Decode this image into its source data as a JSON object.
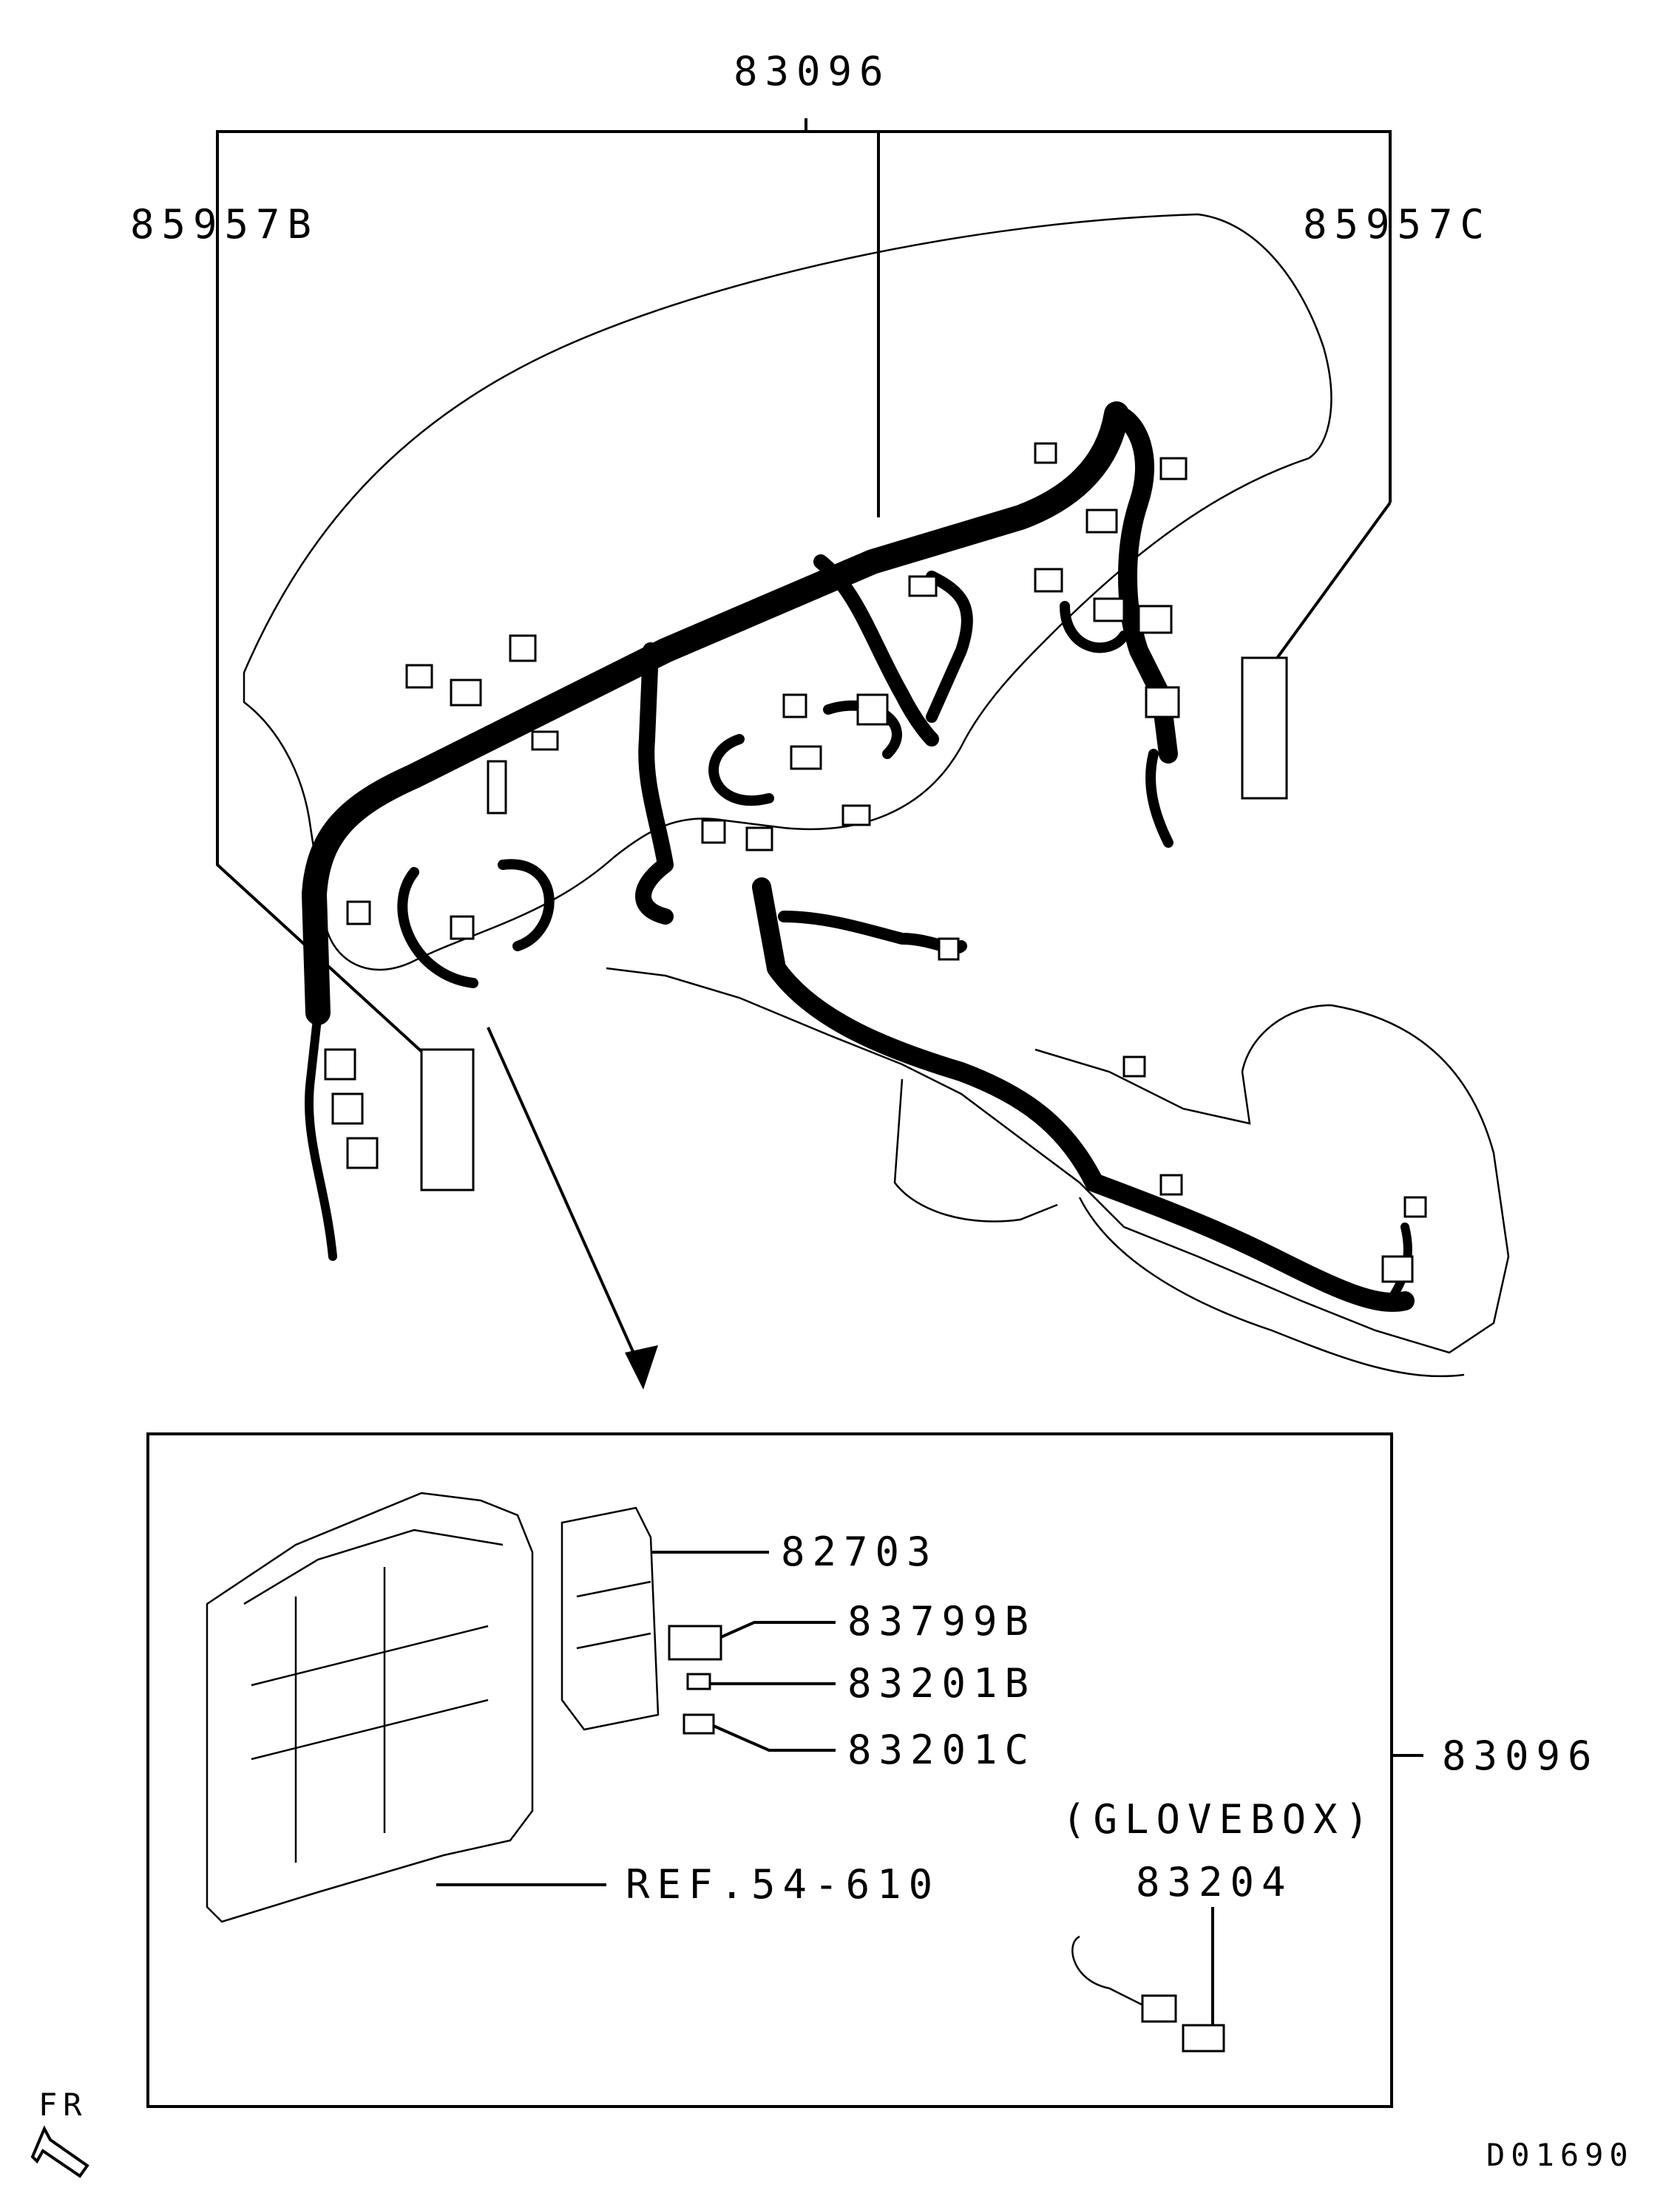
{
  "labels": {
    "main_harness_top": "83096",
    "harness_left": "85957B",
    "harness_right": "85957C",
    "part_82703": "82703",
    "part_83799b": "83799B",
    "part_83201b": "83201B",
    "part_83201c": "83201C",
    "main_harness_box": "83096",
    "glovebox_note": "(GLOVEBOX)",
    "part_83204": "83204",
    "reference": "REF.54-610",
    "direction": "FR",
    "diagram_code": "D01690"
  }
}
